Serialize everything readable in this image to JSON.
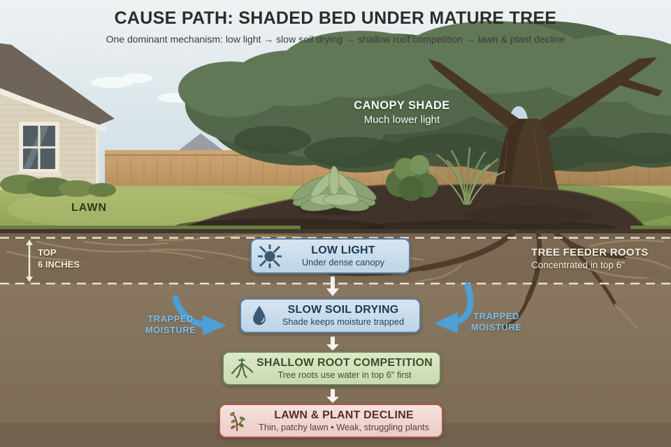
{
  "header": {
    "title": "CAUSE PATH: SHADED BED UNDER MATURE TREE",
    "subtitle": "One dominant mechanism: low light → slow soil drying → shallow root competition → lawn & plant decline"
  },
  "scene": {
    "canopy_label": {
      "title": "CANOPY SHADE",
      "subtitle": "Much lower light"
    },
    "lawn_label": "LAWN",
    "depth_label": {
      "line1": "TOP",
      "line2": "6 INCHES"
    },
    "feeder_roots_label": {
      "title": "TREE FEEDER ROOTS",
      "subtitle": "Concentrated in top 6\""
    },
    "trapped_left": {
      "line1": "TRAPPED",
      "line2": "MOISTURE"
    },
    "trapped_right": {
      "line1": "TRAPPED",
      "line2": "MOISTURE"
    }
  },
  "flow": {
    "steps": [
      {
        "icon": "dim-sun-icon",
        "title": "LOW LIGHT",
        "subtitle": "Under dense canopy",
        "theme": "blue"
      },
      {
        "icon": "water-drop-icon",
        "title": "SLOW SOIL DRYING",
        "subtitle": "Shade keeps moisture trapped",
        "theme": "blue"
      },
      {
        "icon": "roots-icon",
        "title": "SHALLOW ROOT COMPETITION",
        "subtitle": "Tree roots use water in top 6\" first",
        "theme": "green"
      },
      {
        "icon": "wilted-plant-icon",
        "title": "LAWN & PLANT DECLINE",
        "subtitle": "Thin, patchy lawn • Weak, struggling plants",
        "theme": "red"
      }
    ]
  },
  "colors": {
    "step_blue_fill": "#cfe1ef",
    "step_blue_border": "#59809f",
    "step_green_fill": "#d6e4c0",
    "step_green_border": "#68894f",
    "step_red_fill": "#f3dcd8",
    "step_red_border": "#ab5a51",
    "moisture_arrow_blue": "#4ba0d8",
    "flow_arrow_white": "#f7f3ea",
    "trapped_label_blue": "#7fbde4"
  }
}
